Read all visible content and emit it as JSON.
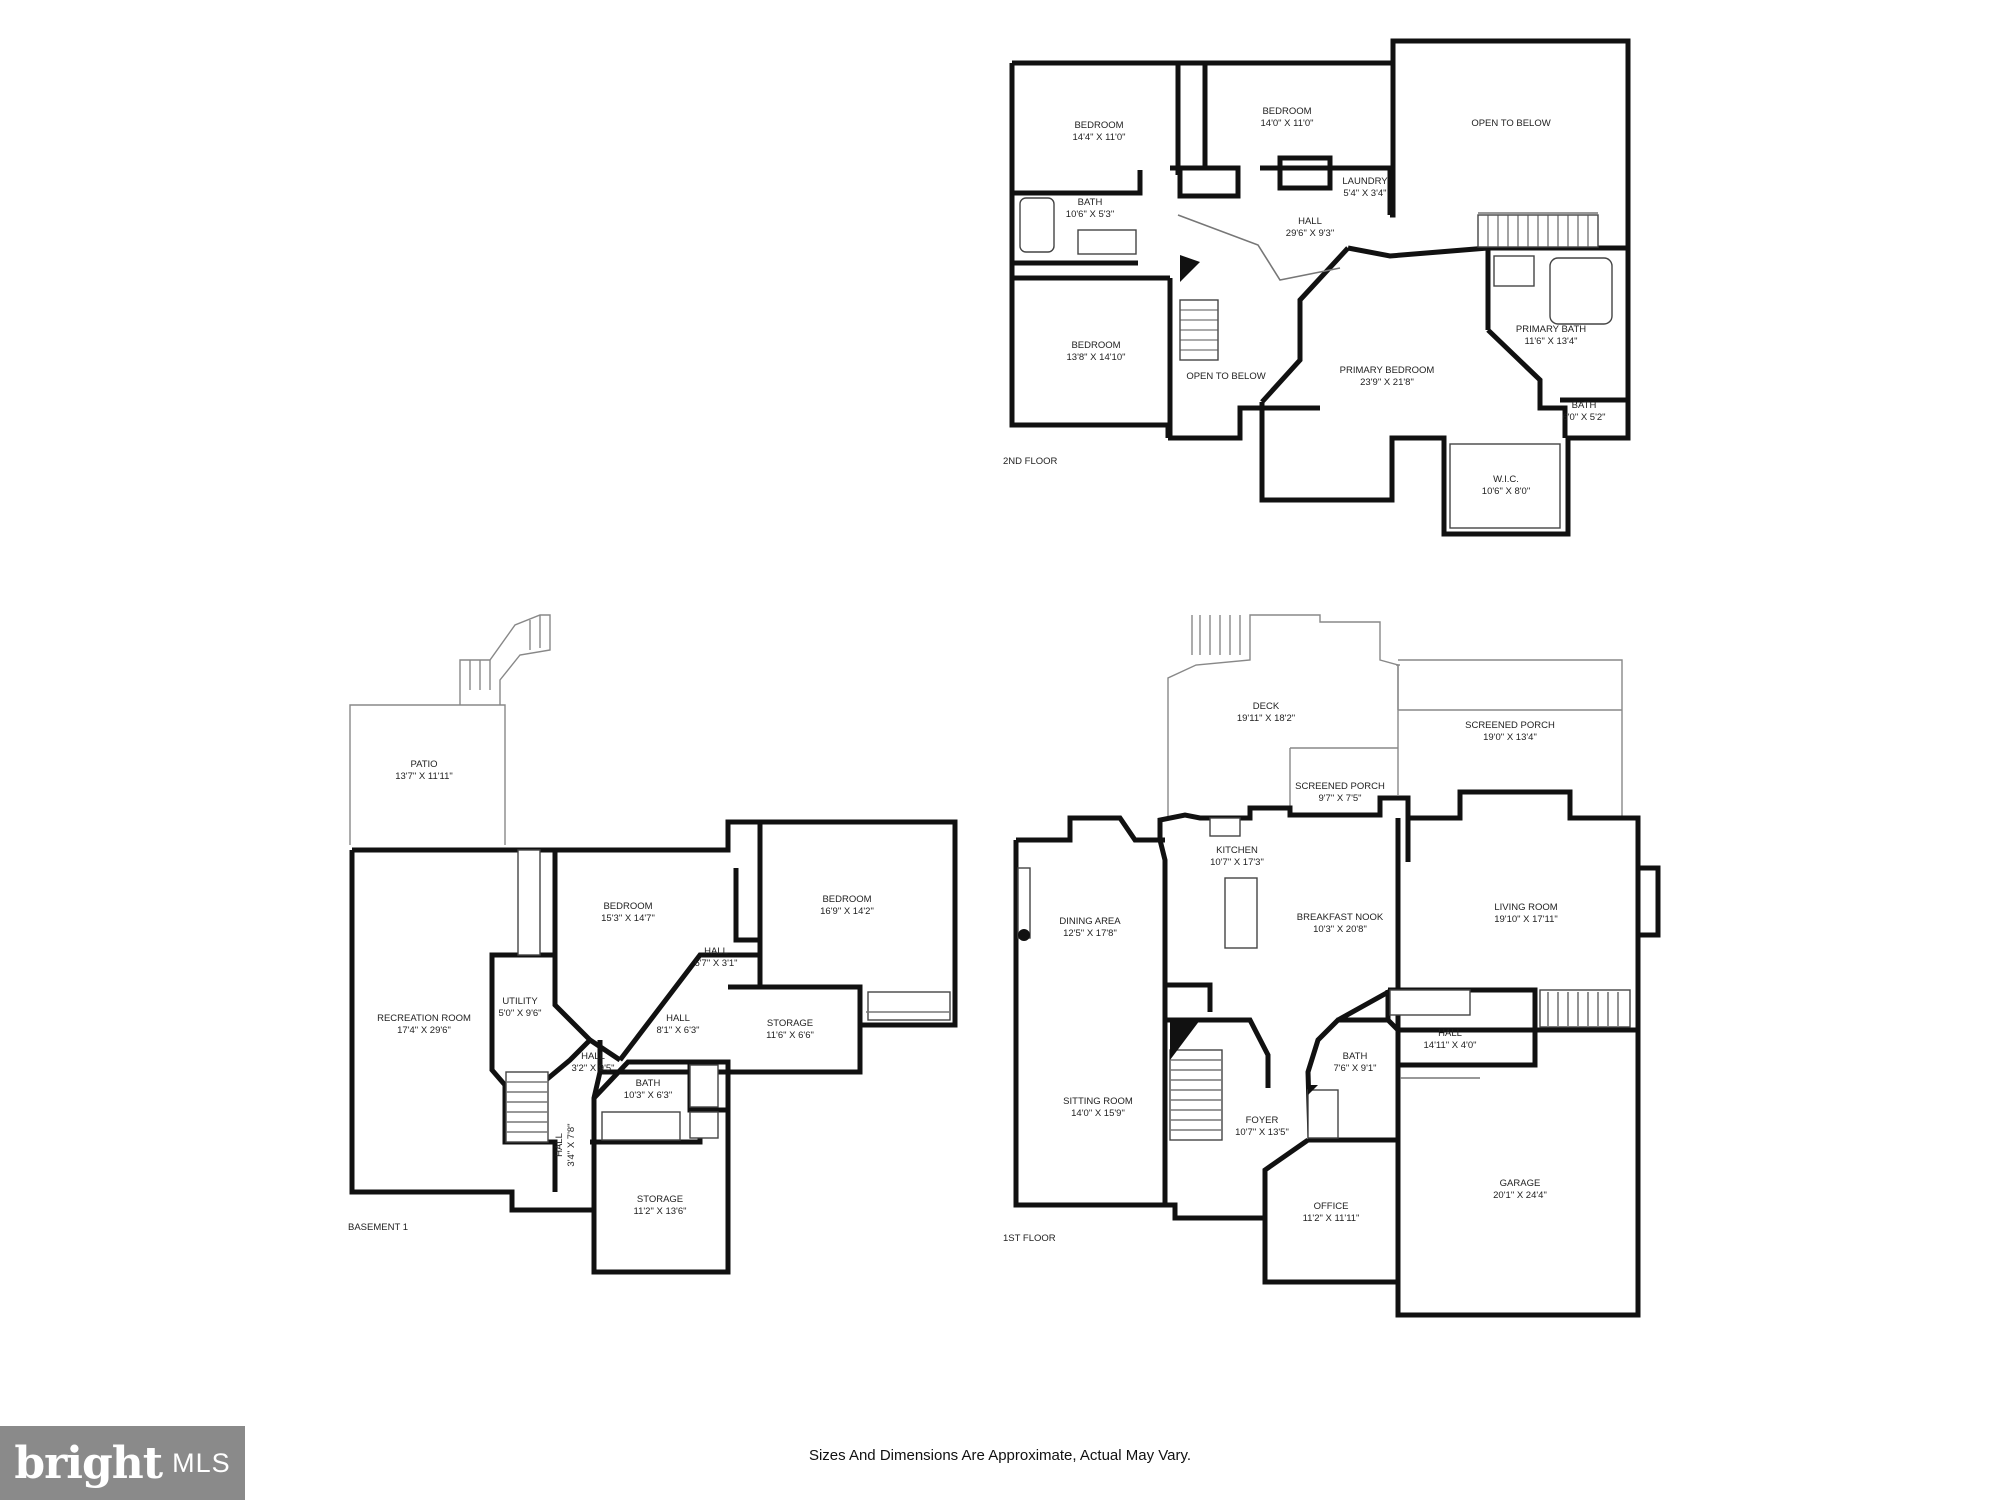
{
  "floors": {
    "second": {
      "label": "2ND FLOOR",
      "rooms": [
        {
          "name": "BEDROOM",
          "dim": "14'4\" X 11'0\""
        },
        {
          "name": "BEDROOM",
          "dim": "14'0\" X 11'0\""
        },
        {
          "name": "OPEN TO BELOW",
          "dim": ""
        },
        {
          "name": "BATH",
          "dim": "10'6\" X 5'3\""
        },
        {
          "name": "LAUNDRY",
          "dim": "5'4\" X 3'4\""
        },
        {
          "name": "HALL",
          "dim": "29'6\" X 9'3\""
        },
        {
          "name": "BEDROOM",
          "dim": "13'8\" X 14'10\""
        },
        {
          "name": "OPEN TO BELOW",
          "dim": ""
        },
        {
          "name": "PRIMARY BEDROOM",
          "dim": "23'9\" X 21'8\""
        },
        {
          "name": "PRIMARY BATH",
          "dim": "11'6\" X 13'4\""
        },
        {
          "name": "BATH",
          "dim": "6'0\" X 5'2\""
        },
        {
          "name": "W.I.C.",
          "dim": "10'6\" X 8'0\""
        }
      ]
    },
    "basement": {
      "label": "BASEMENT 1",
      "rooms": [
        {
          "name": "PATIO",
          "dim": "13'7\" X 11'11\""
        },
        {
          "name": "BEDROOM",
          "dim": "15'3\" X 14'7\""
        },
        {
          "name": "BEDROOM",
          "dim": "16'9\" X 14'2\""
        },
        {
          "name": "HALL",
          "dim": "6'7\" X 3'1\""
        },
        {
          "name": "RECREATION ROOM",
          "dim": "17'4\" X 29'6\""
        },
        {
          "name": "UTILITY",
          "dim": "5'0\" X 9'6\""
        },
        {
          "name": "HALL",
          "dim": "8'1\" X 6'3\""
        },
        {
          "name": "STORAGE",
          "dim": "11'6\" X 6'6\""
        },
        {
          "name": "HALL",
          "dim": "3'2\" X 9'5\""
        },
        {
          "name": "BATH",
          "dim": "10'3\" X 6'3\""
        },
        {
          "name": "HALL",
          "dim": "3'4\" X 7'8\""
        },
        {
          "name": "STORAGE",
          "dim": "11'2\" X 13'6\""
        }
      ]
    },
    "first": {
      "label": "1ST FLOOR",
      "rooms": [
        {
          "name": "DECK",
          "dim": "19'11\" X 18'2\""
        },
        {
          "name": "SCREENED PORCH",
          "dim": "19'0\" X 13'4\""
        },
        {
          "name": "SCREENED PORCH",
          "dim": "9'7\" X 7'5\""
        },
        {
          "name": "KITCHEN",
          "dim": "10'7\" X 17'3\""
        },
        {
          "name": "DINING AREA",
          "dim": "12'5\" X 17'8\""
        },
        {
          "name": "BREAKFAST NOOK",
          "dim": "10'3\" X 20'8\""
        },
        {
          "name": "LIVING ROOM",
          "dim": "19'10\" X 17'11\""
        },
        {
          "name": "HALL",
          "dim": "14'11\" X 4'0\""
        },
        {
          "name": "BATH",
          "dim": "7'6\" X 9'1\""
        },
        {
          "name": "SITTING ROOM",
          "dim": "14'0\" X 15'9\""
        },
        {
          "name": "FOYER",
          "dim": "10'7\" X 13'5\""
        },
        {
          "name": "GARAGE",
          "dim": "20'1\" X 24'4\""
        },
        {
          "name": "OFFICE",
          "dim": "11'2\" X 11'11\""
        }
      ]
    }
  },
  "disclaimer": "Sizes And Dimensions Are Approximate, Actual May Vary.",
  "logo": {
    "word": "bright",
    "suffix": "MLS",
    "accent_color": "#ff6a2b",
    "bg_color": "#8a8a8a"
  }
}
